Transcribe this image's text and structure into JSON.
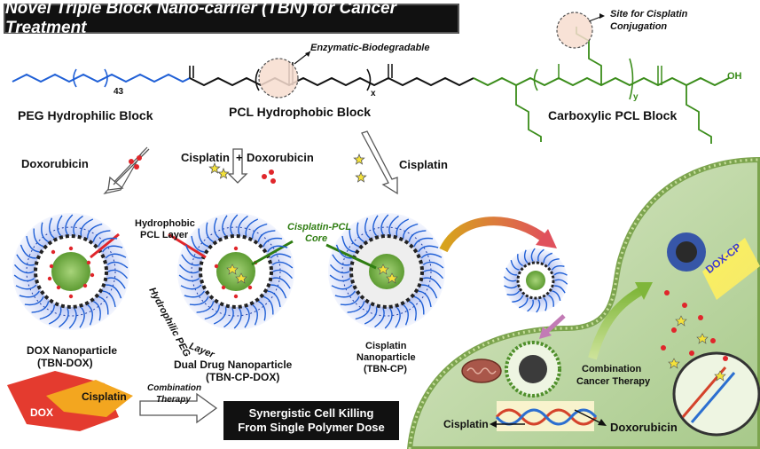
{
  "title": "Novel Triple Block Nano-carrier (TBN) for Cancer Treatment",
  "polymer": {
    "enzymatic_label": "Enzymatic-Biodegradable",
    "site_label_1": "Site for Cisplatin",
    "site_label_2": "Conjugation",
    "peg_subscript": "43",
    "x_subscript": "x",
    "y_subscript": "y",
    "peg_block": "PEG Hydrophilic Block",
    "pcl_block": "PCL Hydrophobic Block",
    "carboxylic_block": "Carboxylic  PCL Block",
    "oh_label": "OH"
  },
  "drugs": {
    "doxorubicin": "Doxorubicin",
    "cisplatin_combo": "Cisplatin",
    "plus": "+",
    "doxorubicin_combo": "Doxorubicin",
    "cisplatin": "Cisplatin"
  },
  "nanoparticles": {
    "hydrophobic_1": "Hydrophobic",
    "hydrophobic_2": "PCL Layer",
    "cisplatin_core_1": "Cisplatin-PCL",
    "cisplatin_core_2": "Core",
    "peg_layer_1": "Hydrophilic PEG",
    "peg_layer_2": "Layer",
    "dox_np_1": "DOX  Nanoparticle",
    "dox_np_2": "(TBN-DOX)",
    "dual_np_1": "Dual Drug Nanoparticle",
    "dual_np_2": "(TBN-CP-DOX)",
    "cp_np_1": "Cisplatin",
    "cp_np_2": "Nanoparticle",
    "cp_np_3": "(TBN-CP)"
  },
  "bottom": {
    "dox": "DOX",
    "cisplatin": "Cisplatin",
    "combination_1": "Combination",
    "combination_2": "Therapy",
    "synergy_1": "Synergistic Cell Killing",
    "synergy_2": "From Single Polymer Dose"
  },
  "cell": {
    "doxcp": "DOX-CP",
    "combo_1": "Combination",
    "combo_2": "Cancer Therapy",
    "cisplatin": "Cisplatin",
    "doxorubicin": "Doxorubicin"
  },
  "colors": {
    "peg": "#1f5fd6",
    "pcl": "#111111",
    "carboxylic": "#3a8c1a",
    "dox_dot": "#e0262b",
    "cisplatin_star": "#f4e23a",
    "green_text": "#2f7d12",
    "peg_halo": "#b9c6ef"
  }
}
